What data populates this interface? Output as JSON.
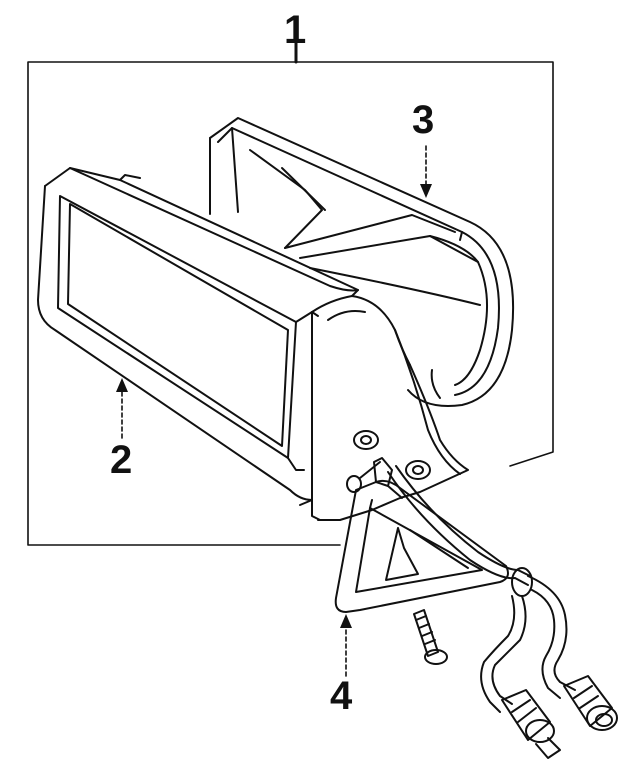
{
  "callouts": {
    "assembly": "1",
    "glass": "2",
    "cover": "3",
    "bracket": "4"
  },
  "colors": {
    "line": "#111111",
    "background": "#ffffff"
  }
}
